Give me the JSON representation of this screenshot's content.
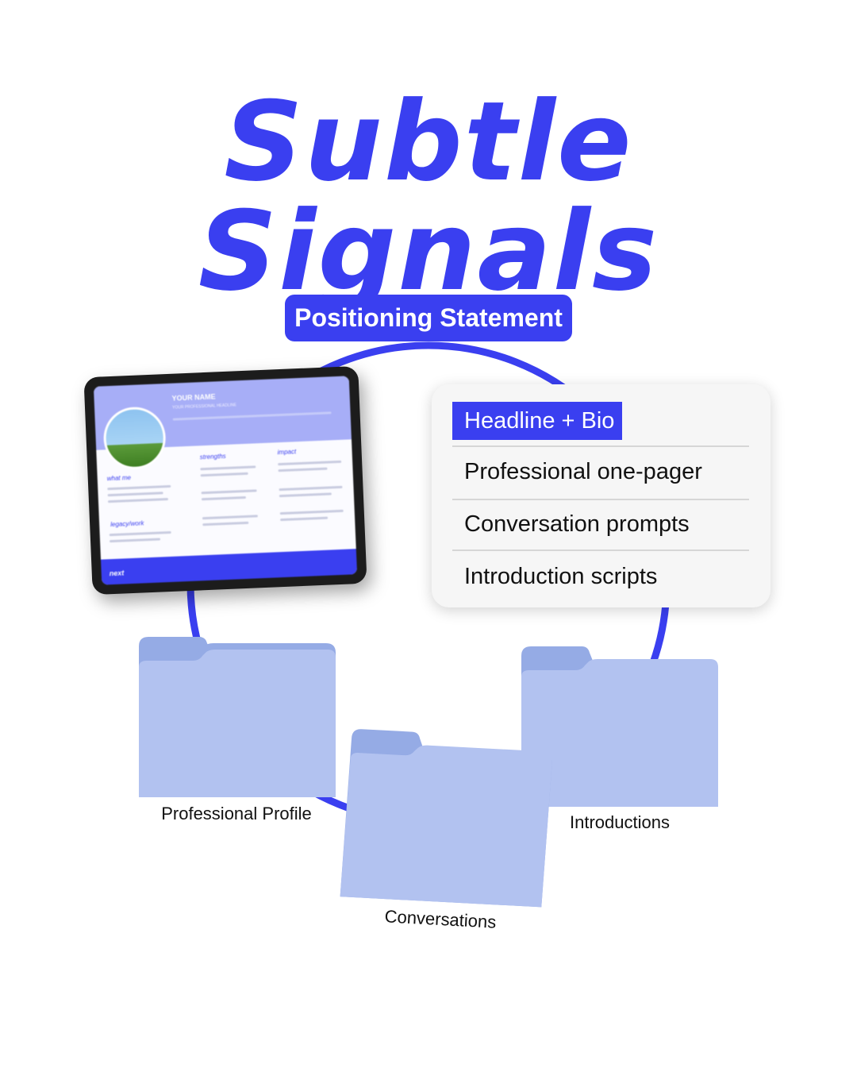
{
  "title": "Subtle Signals",
  "center": {
    "label": "Positioning Statement"
  },
  "deliverables": {
    "items": [
      {
        "label": "Headline + Bio",
        "active": true
      },
      {
        "label": "Professional one-pager",
        "active": false
      },
      {
        "label": "Conversation prompts",
        "active": false
      },
      {
        "label": "Introduction scripts",
        "active": false
      }
    ]
  },
  "folders": [
    {
      "label": "Professional Profile"
    },
    {
      "label": "Conversations"
    },
    {
      "label": "Introductions"
    }
  ],
  "tablet": {
    "name": "YOUR NAME",
    "headline": "YOUR PROFESSIONAL HEADLINE",
    "sections": [
      "what me",
      "strengths",
      "impact",
      "legacy/work"
    ],
    "footer": "next"
  },
  "colors": {
    "accent": "#3a3ff0",
    "folder": "#b2c2f0",
    "folder_tab": "#95abe5"
  }
}
